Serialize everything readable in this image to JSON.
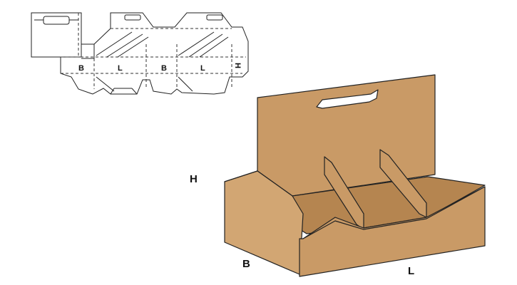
{
  "colors": {
    "cardboard": "#c99a66",
    "cardboard_dark": "#b58550",
    "cardboard_light": "#d2a673",
    "line": "#222222",
    "dash": "#333333"
  },
  "flat_template": {
    "labels": [
      {
        "id": "b1",
        "text": "B"
      },
      {
        "id": "l1",
        "text": "L"
      },
      {
        "id": "b2",
        "text": "B"
      },
      {
        "id": "l2",
        "text": "L"
      },
      {
        "id": "h",
        "text": "H"
      }
    ]
  },
  "box_3d": {
    "labels": {
      "height": "H",
      "breadth": "B",
      "length": "L"
    }
  }
}
